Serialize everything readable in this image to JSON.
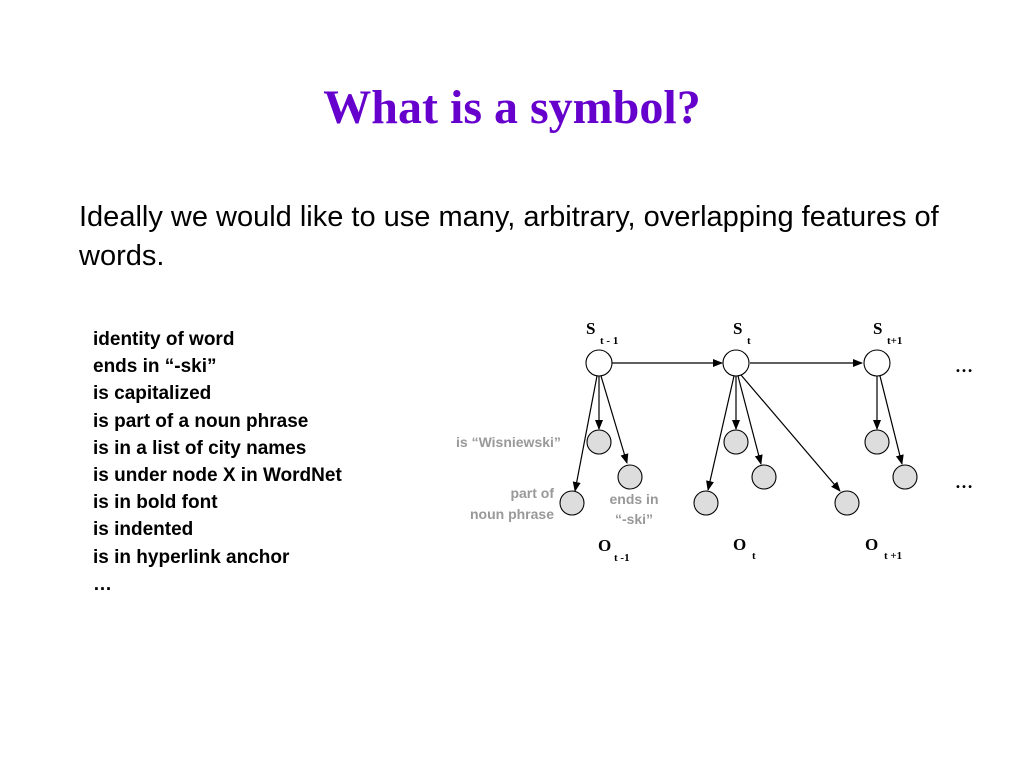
{
  "slide": {
    "title": "What is a symbol?",
    "title_color": "#6600cc",
    "intro": "Ideally we would like to use many, arbitrary, overlapping features of words."
  },
  "features": [
    "identity of word",
    "ends in “-ski”",
    "is capitalized",
    "is part of a noun phrase",
    "is in a list of city names",
    "is under node X in WordNet",
    "is in bold font",
    "is indented",
    "is in hyperlink anchor",
    "…"
  ],
  "diagram": {
    "states": [
      {
        "symbol": "S",
        "subscript": "t - 1"
      },
      {
        "symbol": "S",
        "subscript": "t"
      },
      {
        "symbol": "S",
        "subscript": "t+1"
      }
    ],
    "observations": [
      {
        "symbol": "O",
        "subscript": "t -1"
      },
      {
        "symbol": "O",
        "subscript": "t"
      },
      {
        "symbol": "O",
        "subscript": "t +1"
      }
    ],
    "feature_labels": {
      "wisniewski": "is “Wisniewski”",
      "part_of_line1": "part of",
      "part_of_line2": "noun phrase",
      "ends_in_line1": "ends in",
      "ends_in_line2": "“-ski”"
    },
    "feature_label_color": "#999999",
    "ellipsis_top": "…",
    "ellipsis_bottom": "…"
  }
}
